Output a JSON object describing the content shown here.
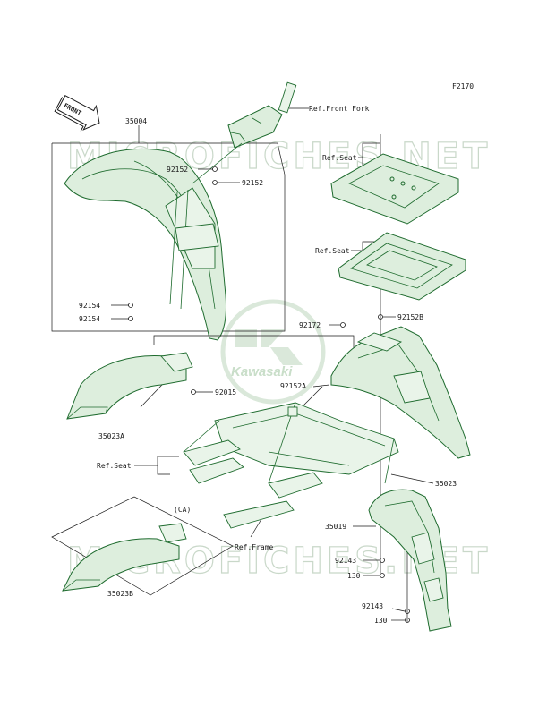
{
  "diagram_id": "F2170",
  "front_arrow": "FRONT",
  "watermark": "MICROFICHES.NET",
  "watermark2": "MICROFICHES.NET",
  "logo_text": "Kawasaki",
  "labels": {
    "p35004": "35004",
    "refFrontFork": "Ref.Front Fork",
    "p92152a": "92152",
    "p92152b": "92152",
    "p92154a": "92154",
    "p92154b": "92154",
    "refSeat1": "Ref.Seat",
    "refSeat2": "Ref.Seat",
    "p92152B": "92152B",
    "p92172": "92172",
    "p92152A": "92152A",
    "p92015": "92015",
    "p35023A": "35023A",
    "refSeat3": "Ref.Seat",
    "p35023": "35023",
    "ca": "(CA)",
    "p35019": "35019",
    "refFrame": "Ref.Frame",
    "p92143a": "92143",
    "p130a": "130",
    "p35023B": "35023B",
    "p92143b": "92143",
    "p130b": "130"
  }
}
